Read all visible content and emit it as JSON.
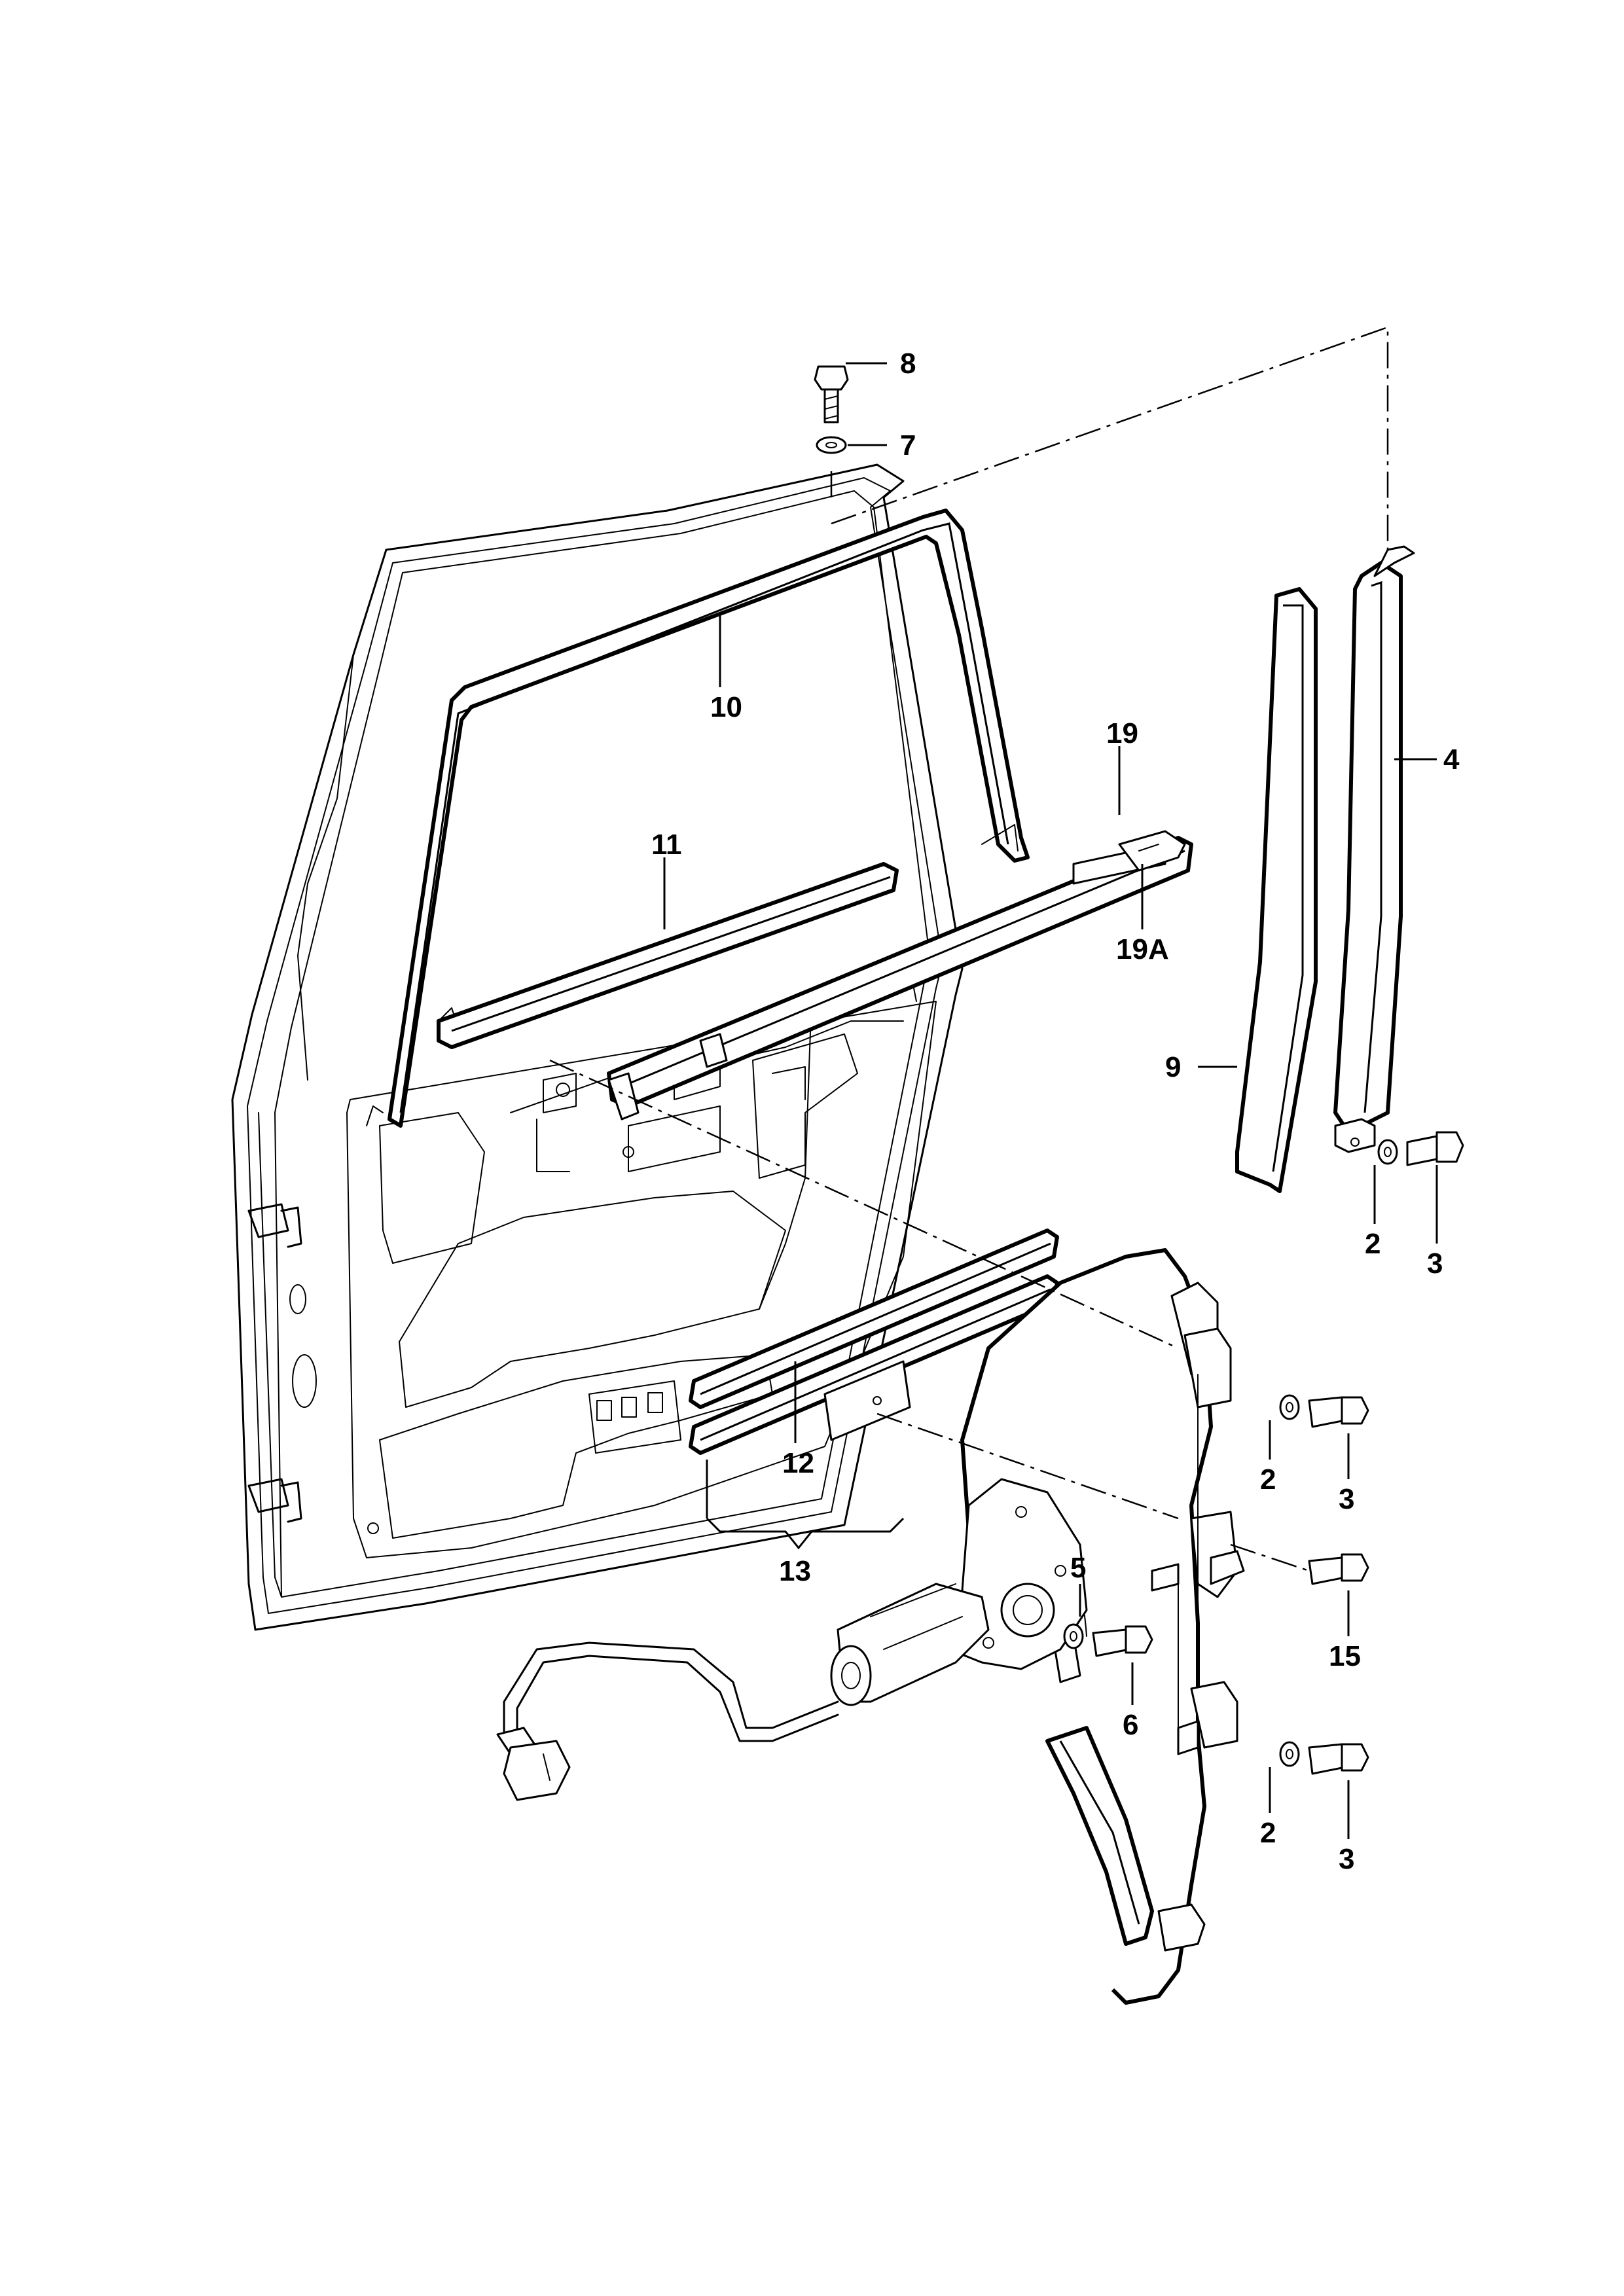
{
  "callouts": {
    "c8": "8",
    "c7": "7",
    "c10": "10",
    "c19": "19",
    "c4": "4",
    "c11": "11",
    "c19a": "19A",
    "c9": "9",
    "c2a": "2",
    "c3a": "3",
    "c12": "12",
    "c13": "13",
    "c2b": "2",
    "c3b": "3",
    "c5": "5",
    "c15": "15",
    "c6": "6",
    "c2c": "2",
    "c3c": "3"
  }
}
